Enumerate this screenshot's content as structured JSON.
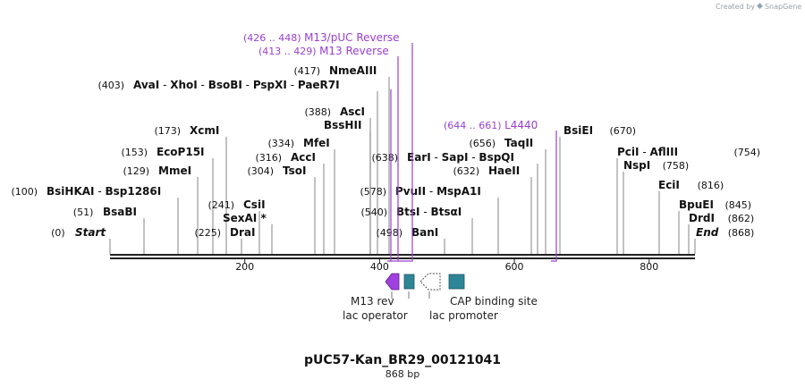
{
  "credit": {
    "prefix": "Created by",
    "brand": "SnapGene"
  },
  "sequence": {
    "name": "pUC57-Kan_BR29_00121041",
    "length_label": "868 bp",
    "length": 868
  },
  "colors": {
    "primer": "#9a3fd0",
    "feature_teal": "#2e8596",
    "feature_purple": "#a040e0",
    "line": "#222222"
  },
  "ruler": {
    "ticks": [
      200,
      400,
      600,
      800
    ]
  },
  "sites": [
    {
      "id": "start",
      "pos": 0,
      "pos_label": "(0)",
      "names": [
        "Start"
      ],
      "italic": true
    },
    {
      "id": "bsabi",
      "pos": 51,
      "pos_label": "(51)",
      "names": [
        "BsaBI"
      ]
    },
    {
      "id": "bsihkai",
      "pos": 100,
      "pos_label": "(100)",
      "names": [
        "BsiHKAI",
        "Bsp1286I"
      ]
    },
    {
      "id": "mmei",
      "pos": 129,
      "pos_label": "(129)",
      "names": [
        "MmeI"
      ]
    },
    {
      "id": "ecop15i",
      "pos": 153,
      "pos_label": "(153)",
      "names": [
        "EcoP15I"
      ]
    },
    {
      "id": "xcmi",
      "pos": 173,
      "pos_label": "(173)",
      "names": [
        "XcmI"
      ]
    },
    {
      "id": "drai",
      "pos": 225,
      "pos_label": "(225)",
      "names": [
        "DraI"
      ]
    },
    {
      "id": "csii",
      "pos": 241,
      "pos_label": "(241)",
      "names": [
        "CsiI"
      ]
    },
    {
      "id": "sexai",
      "pos": 241,
      "pos_label": "",
      "names": [
        "SexAI *"
      ]
    },
    {
      "id": "tsoi",
      "pos": 304,
      "pos_label": "(304)",
      "names": [
        "TsoI"
      ]
    },
    {
      "id": "acci",
      "pos": 316,
      "pos_label": "(316)",
      "names": [
        "AccI"
      ]
    },
    {
      "id": "mfei",
      "pos": 334,
      "pos_label": "(334)",
      "names": [
        "MfeI"
      ]
    },
    {
      "id": "asci",
      "pos": 388,
      "pos_label": "(388)",
      "names": [
        "AscI"
      ]
    },
    {
      "id": "bsshii",
      "pos": 388,
      "pos_label": "",
      "names": [
        "BssHII"
      ]
    },
    {
      "id": "avai",
      "pos": 403,
      "pos_label": "(403)",
      "names": [
        "AvaI",
        "XhoI",
        "BsoBI",
        "PspXI",
        "PaeR7I"
      ]
    },
    {
      "id": "nmeaiii",
      "pos": 417,
      "pos_label": "(417)",
      "names": [
        "NmeAIII"
      ]
    },
    {
      "id": "bani",
      "pos": 498,
      "pos_label": "(498)",
      "names": [
        "BanI"
      ]
    },
    {
      "id": "btsi",
      "pos": 540,
      "pos_label": "(540)",
      "names": [
        "BtsI",
        "BtsαI"
      ]
    },
    {
      "id": "pvuii",
      "pos": 578,
      "pos_label": "(578)",
      "names": [
        "PvuII",
        "MspA1I"
      ]
    },
    {
      "id": "eari",
      "pos": 638,
      "pos_label": "(638)",
      "names": [
        "EarI",
        "SapI",
        "BspQI"
      ]
    },
    {
      "id": "haeii",
      "pos": 632,
      "pos_label": "(632)",
      "names": [
        "HaeII"
      ]
    },
    {
      "id": "taqii",
      "pos": 656,
      "pos_label": "(656)",
      "names": [
        "TaqII"
      ]
    },
    {
      "id": "bsiei",
      "pos": 670,
      "pos_label": "(670)",
      "names": [
        "BsiEI"
      ]
    },
    {
      "id": "pcii",
      "pos": 754,
      "pos_label": "(754)",
      "names": [
        "PciI",
        "AflIII"
      ]
    },
    {
      "id": "nspi",
      "pos": 758,
      "pos_label": "(758)",
      "names": [
        "NspI"
      ]
    },
    {
      "id": "ecii",
      "pos": 816,
      "pos_label": "(816)",
      "names": [
        "EciI"
      ]
    },
    {
      "id": "bpuei",
      "pos": 845,
      "pos_label": "(845)",
      "names": [
        "BpuEI"
      ]
    },
    {
      "id": "drdi",
      "pos": 862,
      "pos_label": "(862)",
      "names": [
        "DrdI"
      ]
    },
    {
      "id": "end",
      "pos": 868,
      "pos_label": "(868)",
      "names": [
        "End"
      ],
      "italic": true
    }
  ],
  "primers": [
    {
      "id": "m13-puc-reverse",
      "range_label": "(426 .. 448)",
      "name": "M13/pUC Reverse",
      "start": 426,
      "end": 448
    },
    {
      "id": "m13-reverse",
      "range_label": "(413 .. 429)",
      "name": "M13 Reverse",
      "start": 413,
      "end": 429
    },
    {
      "id": "l4440",
      "range_label": "(644 .. 661)",
      "name": "L4440",
      "start": 644,
      "end": 661
    }
  ],
  "features": [
    {
      "id": "m13-rev",
      "label": "M13 rev",
      "shape": "arrow-left",
      "color": "#a040e0"
    },
    {
      "id": "lac-operator",
      "label": "lac operator",
      "shape": "box",
      "color": "#2e8596"
    },
    {
      "id": "lac-promoter",
      "label": "lac promoter",
      "shape": "arrow-left-hollow",
      "color": "#ffffff"
    },
    {
      "id": "cap-binding-site",
      "label": "CAP binding site",
      "shape": "box",
      "color": "#2e8596"
    }
  ]
}
